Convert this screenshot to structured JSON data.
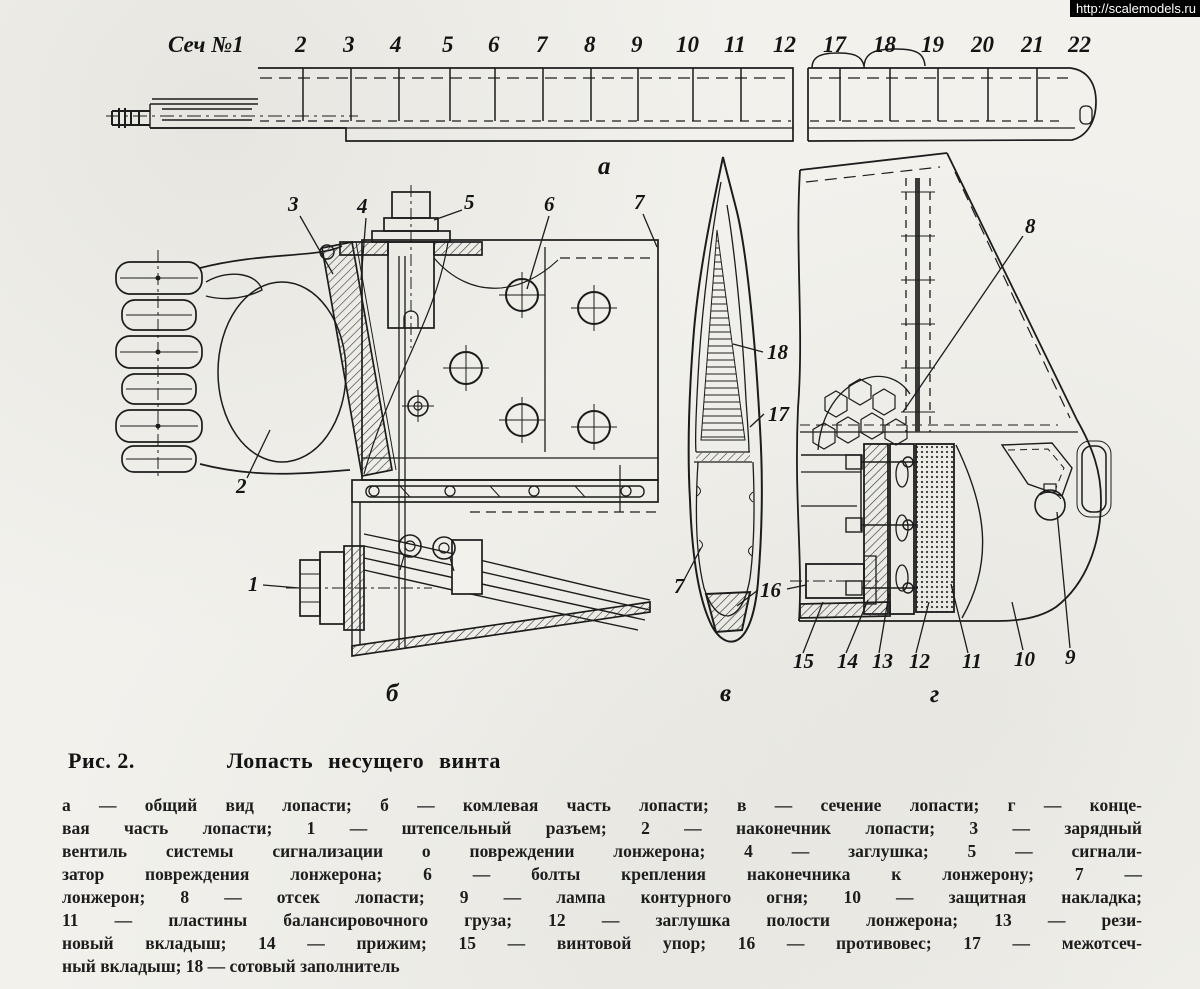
{
  "watermark": {
    "url": "http://scalemodels.ru"
  },
  "figure": {
    "section_row": {
      "prefix": "Сеч №1",
      "numbers": [
        "2",
        "3",
        "4",
        "5",
        "6",
        "7",
        "8",
        "9",
        "10",
        "11",
        "12",
        "17",
        "18",
        "19",
        "20",
        "21",
        "22"
      ]
    },
    "view_labels": {
      "a": "а",
      "b": "б",
      "v": "в",
      "g": "г"
    },
    "callouts": {
      "b": [
        "3",
        "4",
        "5",
        "6",
        "7",
        "2",
        "1"
      ],
      "v": [
        "18",
        "17",
        "7",
        "16"
      ],
      "g": [
        "8",
        "15",
        "14",
        "13",
        "12",
        "11",
        "10",
        "9"
      ]
    }
  },
  "caption": {
    "fig_no": "Рис. 2.",
    "title": "Лопасть несущего винта"
  },
  "legend": {
    "lines": [
      "а — общий вид лопасти;  б — комлевая часть лопасти;  в — сечение лопасти;  г — конце-",
      "вая часть лопасти;  1 — штепсельный разъем;  2 — наконечник лопасти;  3 — зарядный",
      "вентиль системы сигнализации о повреждении лонжерона;  4 — заглушка;  5 — сигнали-",
      "затор повреждения лонжерона;  6 — болты крепления наконечника к лонжерону;  7 —",
      "лонжерон;  8 — отсек лопасти;  9 — лампа контурного огня;  10 — защитная накладка;",
      "11 — пластины балансировочного груза;  12 — заглушка полости лонжерона;  13 — рези-",
      "новый вкладыш;  14 — прижим;  15 — винтовой упор;  16 — противовес;  17 — межотсеч-",
      "ный вкладыш;  18 — сотовый заполнитель"
    ]
  },
  "colors": {
    "paper": "#f2f1ec",
    "ink": "#1c1c1c",
    "watermark_bg": "#000000",
    "watermark_text": "#ffffff"
  }
}
